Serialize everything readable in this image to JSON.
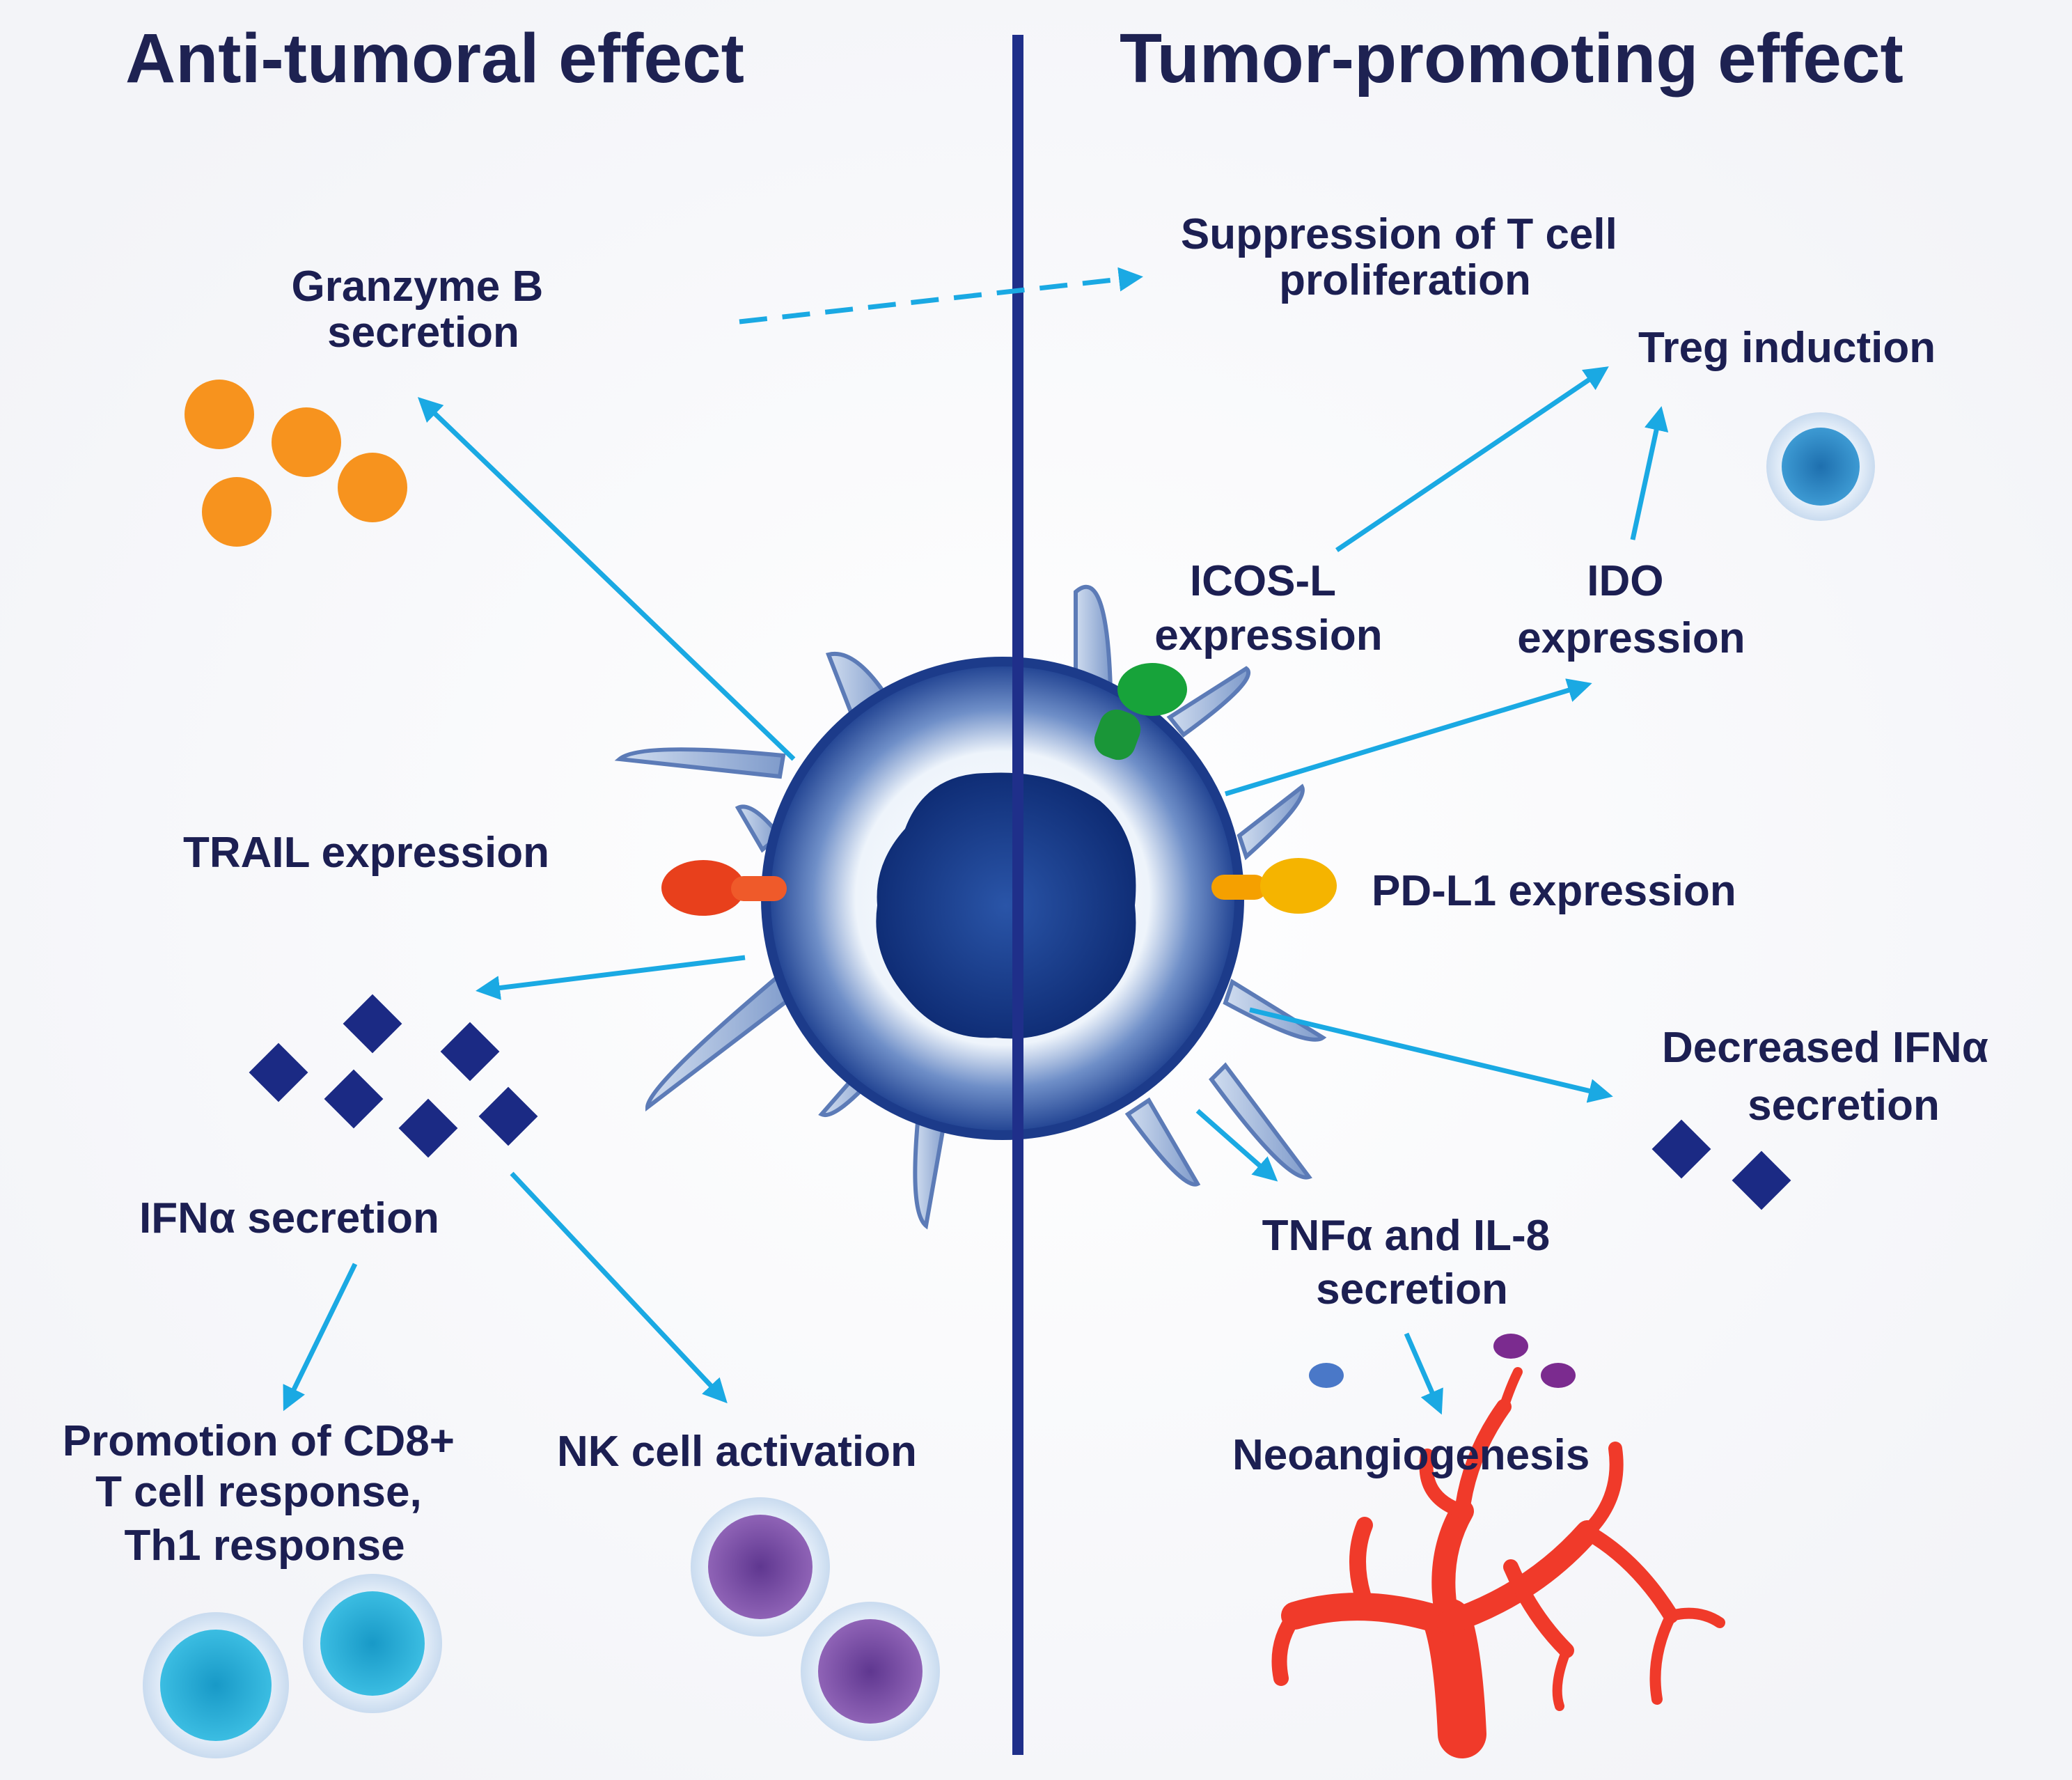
{
  "headings": {
    "left": "Anti-tumoral effect",
    "right": "Tumor-promoting effect"
  },
  "labels": {
    "granzyme_l1": "Granzyme B",
    "granzyme_l2": "secretion",
    "suppression_l1": "Suppression of T cell",
    "suppression_l2": "proliferation",
    "treg": "Treg induction",
    "icosl_l1": "ICOS-L",
    "icosl_l2": "expression",
    "ido_l1": "IDO",
    "ido_l2": "expression",
    "trail": "TRAIL expression",
    "pdl1": "PD-L1 expression",
    "decreased_l1": "Decreased IFNα",
    "decreased_l2": "secretion",
    "ifna": "IFNα secretion",
    "tnf_l1": "TNFα and IL-8",
    "tnf_l2": "secretion",
    "cd8_l1": "Promotion of CD8+",
    "cd8_l2": "T cell response,",
    "cd8_l3": "Th1 response",
    "nk": "NK cell activation",
    "neo": "Neoangiogenesis"
  },
  "colors": {
    "heading_text": "#1e2252",
    "label_text": "#1c1f52",
    "divider": "#1f2f8a",
    "arrow": "#1aa9e3",
    "granzyme": "#f7931e",
    "ifn_diamond": "#1b2a84",
    "trail_receptor": "#e8401c",
    "icosl_receptor": "#17a33a",
    "pdl1_receptor": "#f5b400",
    "treg_cell": "#2a85c4",
    "cd8_cell": "#22aed8",
    "nk_cell": "#7a4aa3",
    "vessel": "#f03a2a"
  }
}
